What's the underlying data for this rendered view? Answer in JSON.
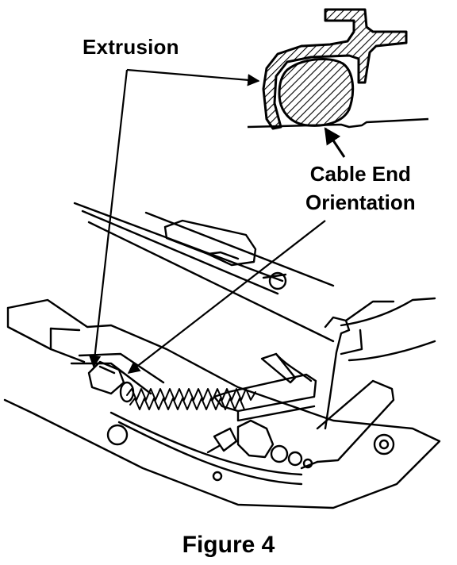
{
  "labels": {
    "extrusion": "Extrusion",
    "cable_end_line1": "Cable End",
    "cable_end_line2": "Orientation"
  },
  "caption": "Figure 4",
  "colors": {
    "ink": "#000000",
    "paper": "#ffffff"
  }
}
